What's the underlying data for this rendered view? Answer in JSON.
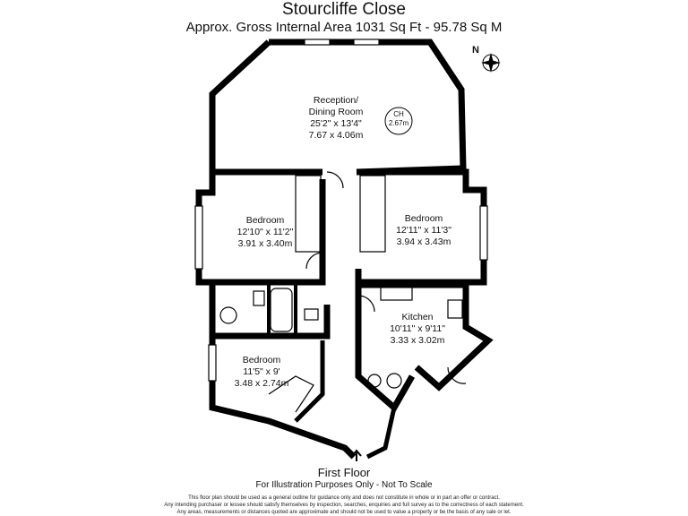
{
  "header": {
    "title": "Stourcliffe Close",
    "subtitle": "Approx. Gross Internal Area   1031 Sq Ft  -  95.78 Sq M"
  },
  "compass": {
    "label": "N"
  },
  "rooms": [
    {
      "name": "Reception/",
      "name2": "Dining Room",
      "imperial": "25'2\" x 13'4\"",
      "metric": "7.67 x 4.06m"
    },
    {
      "name": "Bedroom",
      "imperial": "12'10\" x 11'2\"",
      "metric": "3.91 x 3.40m"
    },
    {
      "name": "Bedroom",
      "imperial": "12'11\" x 11'3\"",
      "metric": "3.94 x 3.43m"
    },
    {
      "name": "Kitchen",
      "imperial": "10'11\" x 9'11\"",
      "metric": "3.33 x 3.02m"
    },
    {
      "name": "Bedroom",
      "imperial": "11'5\" x 9'",
      "metric": "3.48 x 2.74m"
    }
  ],
  "ceiling_height": {
    "label": "CH",
    "value": "2.67m"
  },
  "footer": {
    "floor": "First Floor",
    "scale_note": "For Illustration Purposes Only - Not To Scale",
    "disclaimer": [
      "This floor plan should be used as a general outline for guidance only and does not constitute in whole or in part an offer or contract.",
      "Any intending purchaser or lessee should satisfy themselves by inspection, searches, enquiries and full survey as to the correctness of each statement.",
      "Any areas, measurements or distances quoted are approximate and should not be used to value a property or be the basis of any sale or let."
    ]
  }
}
